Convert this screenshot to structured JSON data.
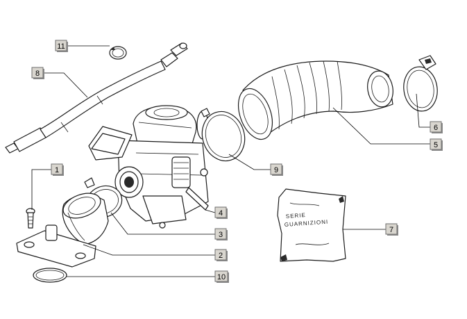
{
  "callouts": [
    {
      "id": "11",
      "label": "11"
    },
    {
      "id": "8",
      "label": "8"
    },
    {
      "id": "1",
      "label": "1"
    },
    {
      "id": "6",
      "label": "6"
    },
    {
      "id": "5",
      "label": "5"
    },
    {
      "id": "9",
      "label": "9"
    },
    {
      "id": "4",
      "label": "4"
    },
    {
      "id": "3",
      "label": "3"
    },
    {
      "id": "2",
      "label": "2"
    },
    {
      "id": "10",
      "label": "10"
    },
    {
      "id": "7",
      "label": "7"
    }
  ],
  "gasket_print": {
    "line1": "SERIE",
    "line2": "GUARNIZIONI"
  }
}
